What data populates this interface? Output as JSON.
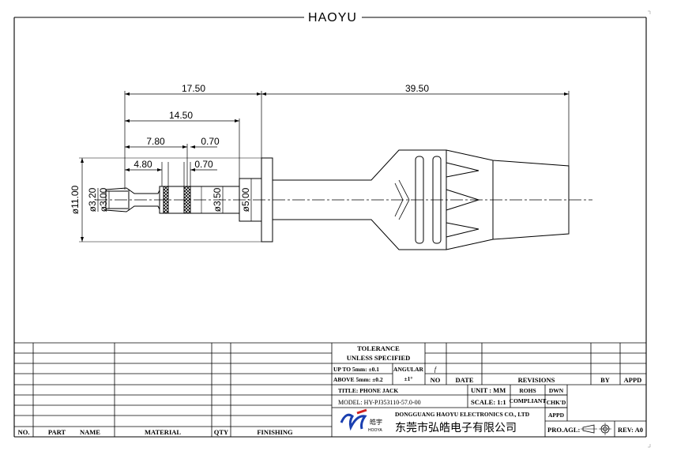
{
  "header": {
    "title": "HAOYU"
  },
  "dimensions": {
    "d1750": "17.50",
    "d3950": "39.50",
    "d1450": "14.50",
    "d780": "7.80",
    "d070_top": "0.70",
    "d480": "4.80",
    "d070_bot": "0.70",
    "dia1100": "ø11.00",
    "dia320": "ø3.20",
    "dia300": "ø3.00",
    "dia350": "ø3.50",
    "dia500": "ø5.00"
  },
  "title_block": {
    "tolerance": "TOLERANCE",
    "unless": "UNLESS   SPECIFIED",
    "up_to": "UP TO 5mm: ±0.1",
    "above": "ABOVE 5mm: ±0.2",
    "angular": "ANGULAR",
    "angular_val": "±1°",
    "rev_mark": "f",
    "no": "NO",
    "date": "DATE",
    "revisions": "REVISIONS",
    "by": "BY",
    "appd": "APPD",
    "title": "TITLE:  PHONE JACK",
    "unit": "UNIT : MM",
    "rohs": "ROHS",
    "compliant": "COMPLIANT",
    "dwn": "DWN",
    "model": "MODEL:  HY-PJ353110-57.0-00",
    "scale": "SCALE:  1:1",
    "chkd": "CHK'D",
    "appd2": "APPD",
    "company_en": "DONGGUANG  HAOYU  ELECTRONICS  CO.,  LTD",
    "company_cn": "东莞市弘皓电子有限公司",
    "logo_cn": "皓宇",
    "logo_en": "HOOYA",
    "proagl": "PRO.AGL:",
    "rev": "REV: A0"
  },
  "parts_table": {
    "no": "NO.",
    "part": "PART",
    "name": "NAME",
    "material": "MATERIAL",
    "qty": "QTY",
    "finishing": "FINISHING"
  }
}
